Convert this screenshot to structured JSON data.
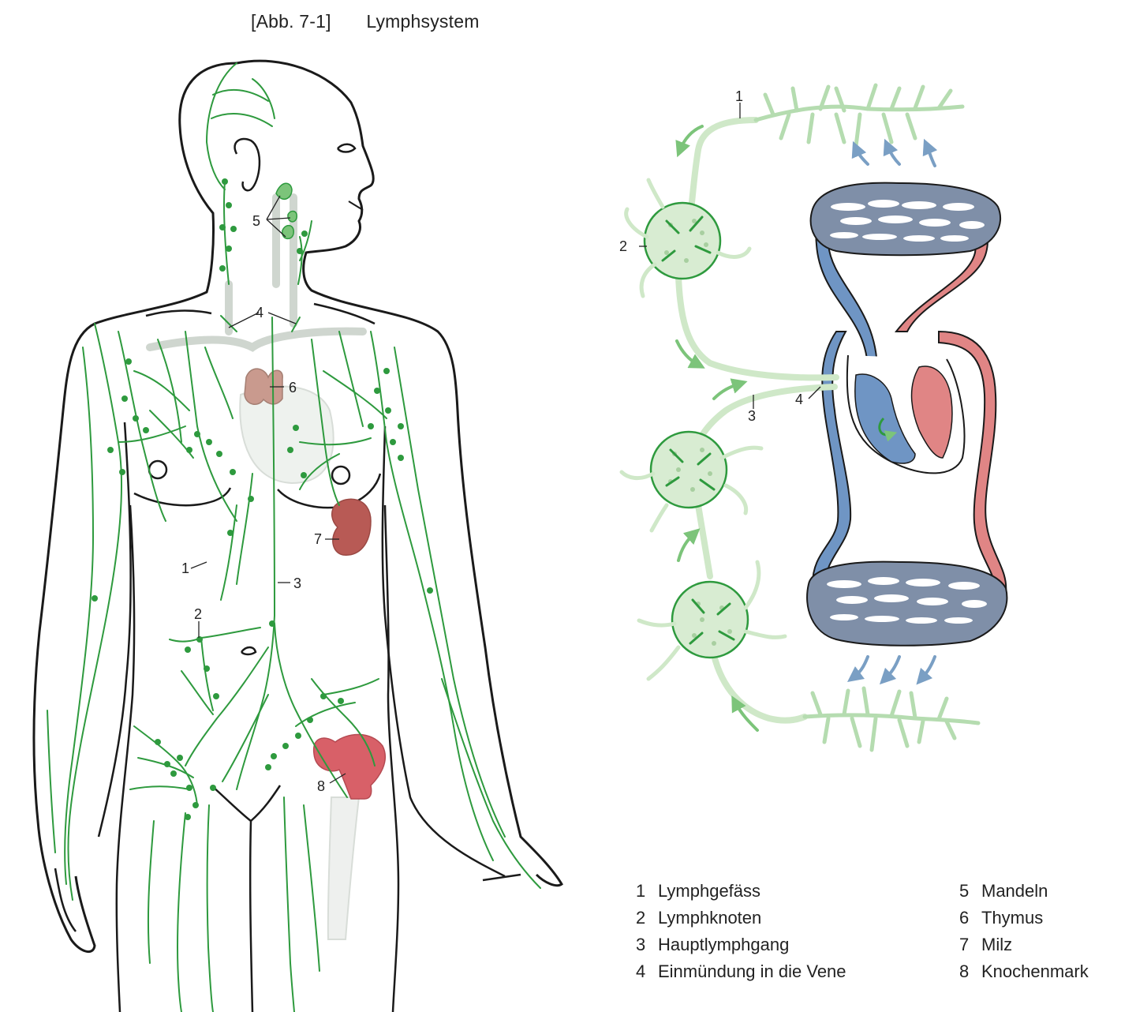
{
  "title": {
    "figure": "[Abb. 7-1]",
    "text": "Lymphsystem"
  },
  "callouts": {
    "body": [
      "5",
      "4",
      "6",
      "7",
      "1",
      "3",
      "2",
      "8"
    ],
    "flow": [
      "1",
      "2",
      "3",
      "4"
    ]
  },
  "legend": [
    {
      "num": "1",
      "label": "Lymphgefäss"
    },
    {
      "num": "2",
      "label": "Lymphknoten"
    },
    {
      "num": "3",
      "label": "Hauptlymphgang"
    },
    {
      "num": "4",
      "label": "Einmündung in die Vene"
    },
    {
      "num": "5",
      "label": "Mandeln"
    },
    {
      "num": "6",
      "label": "Thymus"
    },
    {
      "num": "7",
      "label": "Milz"
    },
    {
      "num": "8",
      "label": "Knochenmark"
    }
  ],
  "colors": {
    "lymph_vessel": "#2e9a3e",
    "lymph_light": "#cfe8c8",
    "vein_blue": "#5e86b8",
    "artery_red": "#e07a7a",
    "thymus": "#c99a8e",
    "spleen": "#b85a55",
    "marrow": "#d86068",
    "outline": "#1a1a1a"
  }
}
